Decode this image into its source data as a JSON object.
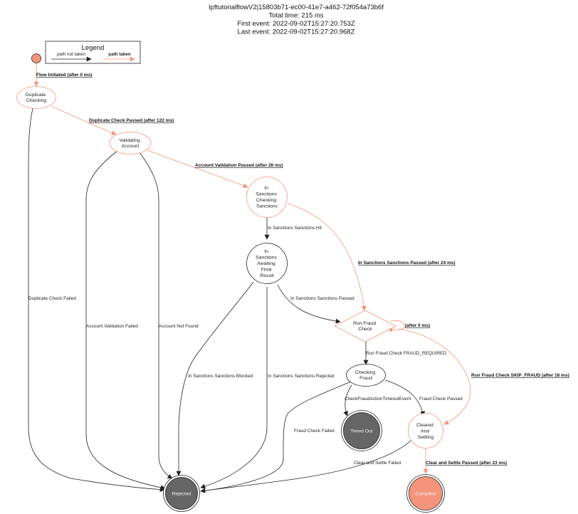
{
  "header": {
    "title": "IpftutorialflowV2|15803b71-ec00-41e7-a462-72f054a73b6f",
    "total_time": "Total time: 215 ms",
    "first_event": "First event: 2022-09-02T15:27:20.753Z",
    "last_event": "Last event: 2022-09-02T15:27:20.968Z"
  },
  "legend": {
    "title": "Legend",
    "not_taken": "path not taken",
    "taken": "path taken"
  },
  "colors": {
    "taken": "#f4957b",
    "not_taken": "#222222",
    "terminal_fill": "#666666",
    "complete_fill": "#f4957b"
  },
  "nodes": {
    "duplicate_checking": [
      "Duplicate",
      "Checking"
    ],
    "validating_account": [
      "Validating",
      "Account"
    ],
    "in_sanctions_checking": [
      "In",
      "Sanctions",
      "Checking",
      "Sanctions"
    ],
    "in_sanctions_awaiting": [
      "In",
      "Sanctions",
      "Awaiting",
      "Final",
      "Result"
    ],
    "run_fraud_check": [
      "Run Fraud",
      "Check"
    ],
    "checking_fraud": [
      "Checking",
      "Fraud"
    ],
    "cleared_and_settling": [
      "Cleared",
      "And",
      "Settling"
    ],
    "timed_out": "Timed Out",
    "rejected": "Rejected",
    "complete": "Complete"
  },
  "edges": {
    "flow_initiated": "Flow Initiated (after 0 ms)",
    "duplicate_check_passed": "Duplicate Check Passed (after 122 ms)",
    "account_validation_passed": "Account Validation Passed (after 28 ms)",
    "sanctions_hit": "In Sanctions Sanctions Hit",
    "sanctions_passed_taken": "In Sanctions Sanctions Passed (after 24 ms)",
    "sanctions_passed": "In Sanctions Sanctions Passed",
    "self_loop": "(after 0 ms)",
    "fraud_required": "Run Fraud Check FRAUD_REQUIRED",
    "skip_fraud": "Run Fraud Check SKIP_FRAUD (after 18 ms)",
    "timeout_event": "CheckFraudActionTimeoutEvent",
    "fraud_check_passed": "Fraud Check Passed",
    "fraud_check_failed": "Fraud Check Failed",
    "clear_and_settle_failed": "Clear and Settle Failed",
    "clear_and_settle_passed": "Clear and Settle Passed (after 23 ms)",
    "duplicate_check_failed": "Duplicate Check Failed",
    "account_validation_failed": "Account Validation Failed",
    "account_not_found": "Account Not Found",
    "sanctions_blocked": "In Sanctions Sanctions Blocked",
    "sanctions_rejected": "In Sanctions Sanctions Rejected"
  }
}
